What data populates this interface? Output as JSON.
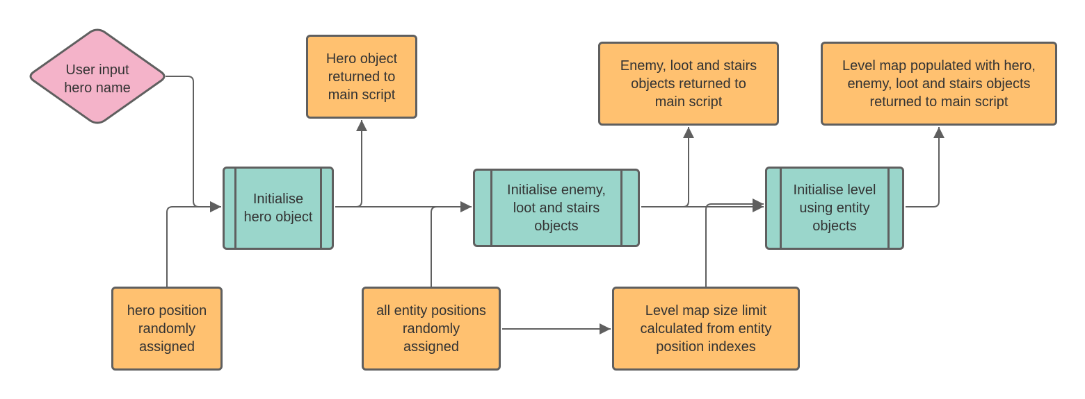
{
  "colors": {
    "process_fill": "#ffc170",
    "subprocess_fill": "#9ad6cb",
    "decision_fill": "#f4b3c9",
    "stroke": "#5f5f5f",
    "text": "#333333"
  },
  "nodes": {
    "user_input": {
      "label": "User input\nhero name",
      "shape": "decision"
    },
    "init_hero": {
      "label": "Initialise\nhero object",
      "shape": "subprocess"
    },
    "hero_returned": {
      "label": "Hero object\nreturned to\nmain script",
      "shape": "process"
    },
    "hero_position": {
      "label": "hero position\nrandomly\nassigned",
      "shape": "process"
    },
    "init_enemy": {
      "label": "Initialise enemy,\nloot and stairs\nobjects",
      "shape": "subprocess"
    },
    "enemy_returned": {
      "label": "Enemy, loot and stairs\nobjects returned to\nmain script",
      "shape": "process"
    },
    "entity_positions": {
      "label": "all entity positions\nrandomly\nassigned",
      "shape": "process"
    },
    "map_size": {
      "label": "Level map size limit\ncalculated from entity\nposition indexes",
      "shape": "process"
    },
    "init_level": {
      "label": "Initialise level\nusing entity\nobjects",
      "shape": "subprocess"
    },
    "level_returned": {
      "label": "Level map populated with hero,\nenemy, loot and stairs objects\nreturned to main script",
      "shape": "process"
    }
  },
  "edges": [
    {
      "from": "user_input",
      "to": "init_hero"
    },
    {
      "from": "hero_position",
      "to": "init_hero"
    },
    {
      "from": "init_hero",
      "to": "hero_returned"
    },
    {
      "from": "init_hero",
      "to": "init_enemy"
    },
    {
      "from": "entity_positions",
      "to": "init_enemy"
    },
    {
      "from": "entity_positions",
      "to": "map_size"
    },
    {
      "from": "init_enemy",
      "to": "enemy_returned"
    },
    {
      "from": "init_enemy",
      "to": "init_level"
    },
    {
      "from": "map_size",
      "to": "init_level"
    },
    {
      "from": "init_level",
      "to": "level_returned"
    }
  ]
}
